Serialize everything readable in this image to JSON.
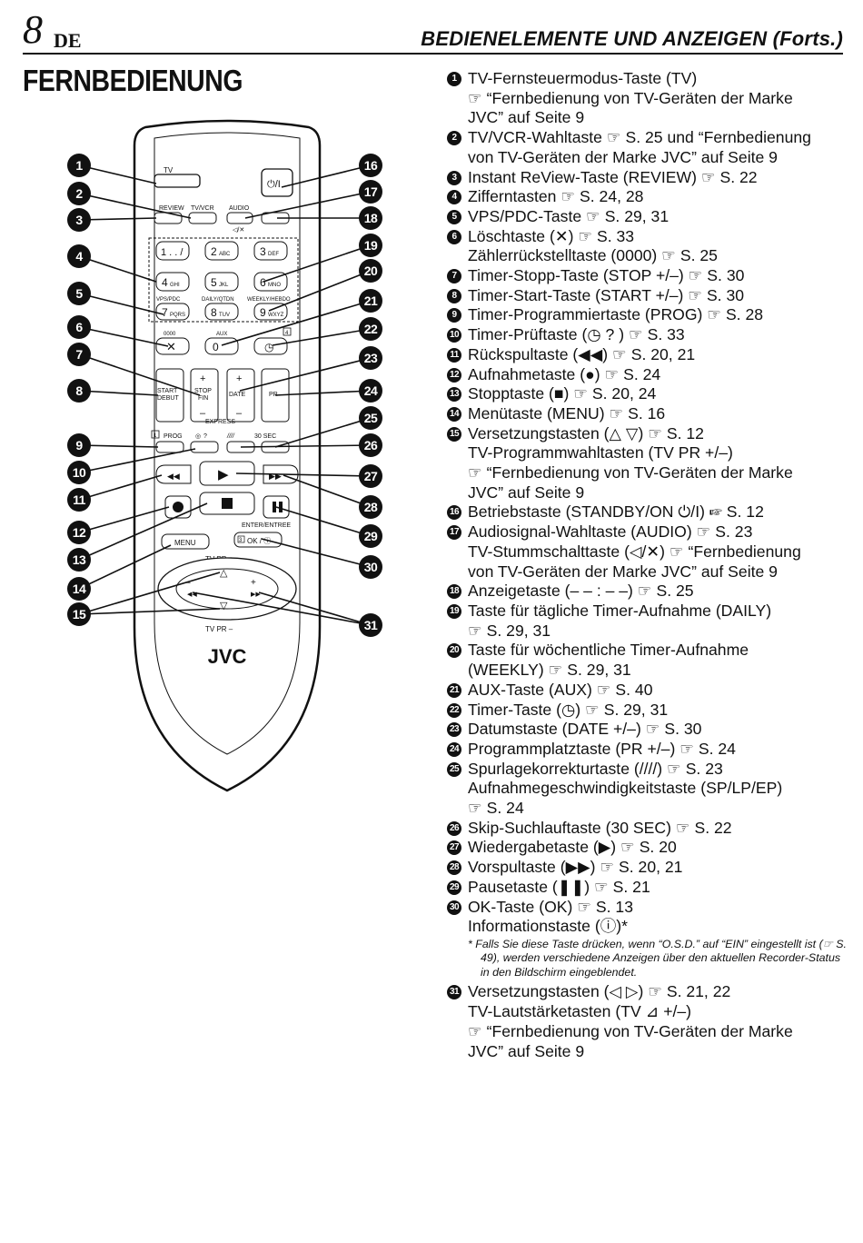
{
  "header": {
    "page_number": "8",
    "language": "DE",
    "title": "BEDIENELEMENTE UND ANZEIGEN (Forts.)"
  },
  "section_title": "FERNBEDIENUNG",
  "remote": {
    "brand": "JVC",
    "labels": {
      "tv": "TV",
      "standby": "⏻/I",
      "review": "REVIEW",
      "tvvcr": "TV/VCR",
      "audio": "AUDIO",
      "mute": "◁/✕",
      "k1": "1 . . /",
      "k2": "2",
      "k2s": "ABC",
      "k3": "3",
      "k3s": "DEF",
      "k4": "4",
      "k4s": "GHI",
      "k5": "5",
      "k5s": "JKL",
      "k6": "6",
      "k6s": "MNO",
      "vps": "VPS/PDC",
      "daily": "DAILY/QTDN",
      "weekly": "WEEKLY/HEBDO",
      "k7": "7",
      "k7s": "PQRS",
      "k8": "8",
      "k8s": "TUV",
      "k9": "9",
      "k9s": "WXYZ",
      "c0000": "0000",
      "aux": "AUX",
      "k0": "0",
      "box4": "4",
      "start": "START",
      "debut": "DEBUT",
      "stop": "STOP",
      "fin": "FIN",
      "date": "DATE",
      "pr": "PR",
      "express": "EXPRESS",
      "box1": "1",
      "prog": "PROG",
      "check": "?",
      "trk": "////",
      "sec30": "30 SEC",
      "enter": "ENTER/ENTREE",
      "box3": "3",
      "ok": "OK / ⓘ",
      "menu": "MENU",
      "tvpr_top": "TV PR +",
      "tvpr_bot": "TV PR –",
      "minus": "–",
      "plus": "+"
    }
  },
  "callouts": [
    "1",
    "2",
    "3",
    "4",
    "5",
    "6",
    "7",
    "8",
    "9",
    "10",
    "11",
    "12",
    "13",
    "14",
    "15",
    "16",
    "17",
    "18",
    "19",
    "20",
    "21",
    "22",
    "23",
    "24",
    "25",
    "26",
    "27",
    "28",
    "29",
    "30",
    "31"
  ],
  "items": [
    {
      "num": "1",
      "lines": [
        "TV-Fernsteuermodus-Taste (TV)",
        "☞ “Fernbedienung von TV-Geräten der Marke",
        "JVC” auf Seite 9"
      ]
    },
    {
      "num": "2",
      "lines": [
        "TV/VCR-Wahltaste ☞ S. 25 und “Fernbedienung",
        "von TV-Geräten der Marke JVC” auf Seite 9"
      ]
    },
    {
      "num": "3",
      "lines": [
        "Instant ReView-Taste (REVIEW) ☞ S. 22"
      ]
    },
    {
      "num": "4",
      "lines": [
        "Zifferntasten ☞ S. 24, 28"
      ]
    },
    {
      "num": "5",
      "lines": [
        "VPS/PDC-Taste ☞ S. 29, 31"
      ]
    },
    {
      "num": "6",
      "lines": [
        "Löschtaste (✕) ☞ S. 33",
        "Zählerrückstelltaste (0000) ☞ S. 25"
      ]
    },
    {
      "num": "7",
      "lines": [
        "Timer-Stopp-Taste (STOP +/–) ☞ S. 30"
      ]
    },
    {
      "num": "8",
      "lines": [
        "Timer-Start-Taste (START +/–) ☞ S. 30"
      ]
    },
    {
      "num": "9",
      "lines": [
        "Timer-Programmiertaste (PROG) ☞ S. 28"
      ]
    },
    {
      "num": "10",
      "lines": [
        "Timer-Prüftaste (◷ ? ) ☞ S. 33"
      ]
    },
    {
      "num": "11",
      "lines": [
        "Rückspultaste (◀◀) ☞ S. 20, 21"
      ]
    },
    {
      "num": "12",
      "lines": [
        "Aufnahmetaste (●) ☞ S. 24"
      ]
    },
    {
      "num": "13",
      "lines": [
        "Stopptaste (■) ☞ S. 20, 24"
      ]
    },
    {
      "num": "14",
      "lines": [
        "Menütaste (MENU) ☞ S. 16"
      ]
    },
    {
      "num": "15",
      "lines": [
        "Versetzungstasten (△ ▽) ☞ S. 12",
        "TV-Programmwahltasten (TV PR +/–)",
        "☞ “Fernbedienung von TV-Geräten der Marke",
        "JVC” auf Seite 9"
      ]
    },
    {
      "num": "16",
      "lines": [
        "Betriebstaste (STANDBY/ON ⏻/I) ☞ S. 12"
      ]
    },
    {
      "num": "17",
      "lines": [
        "Audiosignal-Wahltaste (AUDIO) ☞ S. 23",
        "TV-Stummschalttaste (◁/✕) ☞ “Fernbedienung",
        "von TV-Geräten der Marke JVC” auf Seite 9"
      ]
    },
    {
      "num": "18",
      "lines": [
        "Anzeigetaste (– – : – –) ☞ S. 25"
      ]
    },
    {
      "num": "19",
      "lines": [
        "Taste für tägliche Timer-Aufnahme (DAILY)",
        "☞ S. 29, 31"
      ]
    },
    {
      "num": "20",
      "lines": [
        "Taste für wöchentliche Timer-Aufnahme",
        "(WEEKLY) ☞ S. 29, 31"
      ]
    },
    {
      "num": "21",
      "lines": [
        "AUX-Taste (AUX) ☞ S. 40"
      ]
    },
    {
      "num": "22",
      "lines": [
        "Timer-Taste (◷) ☞ S. 29, 31"
      ]
    },
    {
      "num": "23",
      "lines": [
        "Datumstaste (DATE +/–) ☞ S. 30"
      ]
    },
    {
      "num": "24",
      "lines": [
        "Programmplatztaste (PR +/–) ☞ S. 24"
      ]
    },
    {
      "num": "25",
      "lines": [
        "Spurlagekorrekturtaste (////) ☞ S. 23",
        "Aufnahmegeschwindigkeitstaste (SP/LP/EP)",
        "☞ S. 24"
      ]
    },
    {
      "num": "26",
      "lines": [
        "Skip-Suchlauftaste (30 SEC) ☞ S. 22"
      ]
    },
    {
      "num": "27",
      "lines": [
        "Wiedergabetaste (▶) ☞ S. 20"
      ]
    },
    {
      "num": "28",
      "lines": [
        "Vorspultaste (▶▶) ☞ S. 20, 21"
      ]
    },
    {
      "num": "29",
      "lines": [
        "Pausetaste (❚❚) ☞ S. 21"
      ]
    },
    {
      "num": "30",
      "lines": [
        "OK-Taste (OK) ☞ S. 13",
        "Informationstaste (ⓘ)*"
      ],
      "note": "* Falls Sie diese Taste drücken, wenn “O.S.D.” auf “EIN” eingestellt ist (☞ S. 49), werden verschiedene Anzeigen über den aktuellen Recorder-Status in den Bildschirm eingeblendet."
    },
    {
      "num": "31",
      "lines": [
        "Versetzungstasten (◁ ▷) ☞ S. 21, 22",
        "TV-Lautstärketasten (TV ⊿ +/–)",
        "☞ “Fernbedienung von TV-Geräten der Marke",
        "JVC” auf Seite 9"
      ]
    }
  ]
}
